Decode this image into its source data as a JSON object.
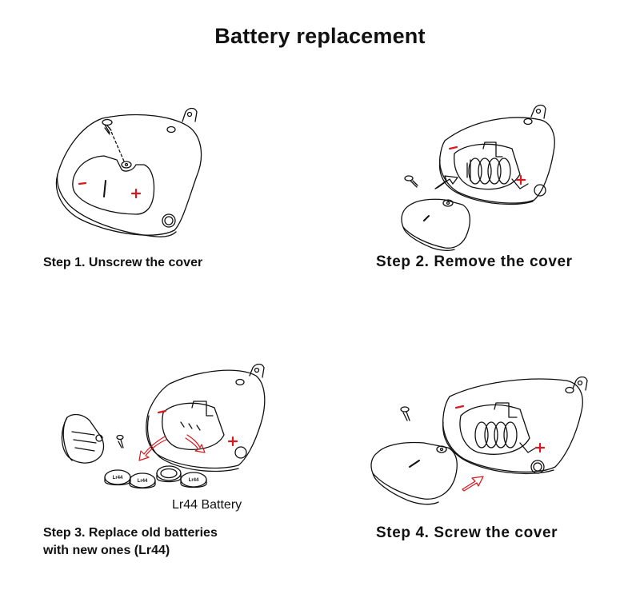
{
  "title": "Battery replacement",
  "steps": [
    {
      "caption": "Step 1. Unscrew the cover"
    },
    {
      "caption": "Step 2. Remove the cover"
    },
    {
      "caption_line1": "Step 3. Replace old batteries",
      "caption_line2": "with new ones (Lr44)"
    },
    {
      "caption": "Step 4. Screw the cover"
    }
  ],
  "polarity": {
    "minus": "-",
    "plus": "+"
  },
  "battery_label": "Lr44 Battery",
  "battery_marking": "Lr44",
  "colors": {
    "line": "#111111",
    "accent_red": "#d71920",
    "background": "#ffffff"
  }
}
